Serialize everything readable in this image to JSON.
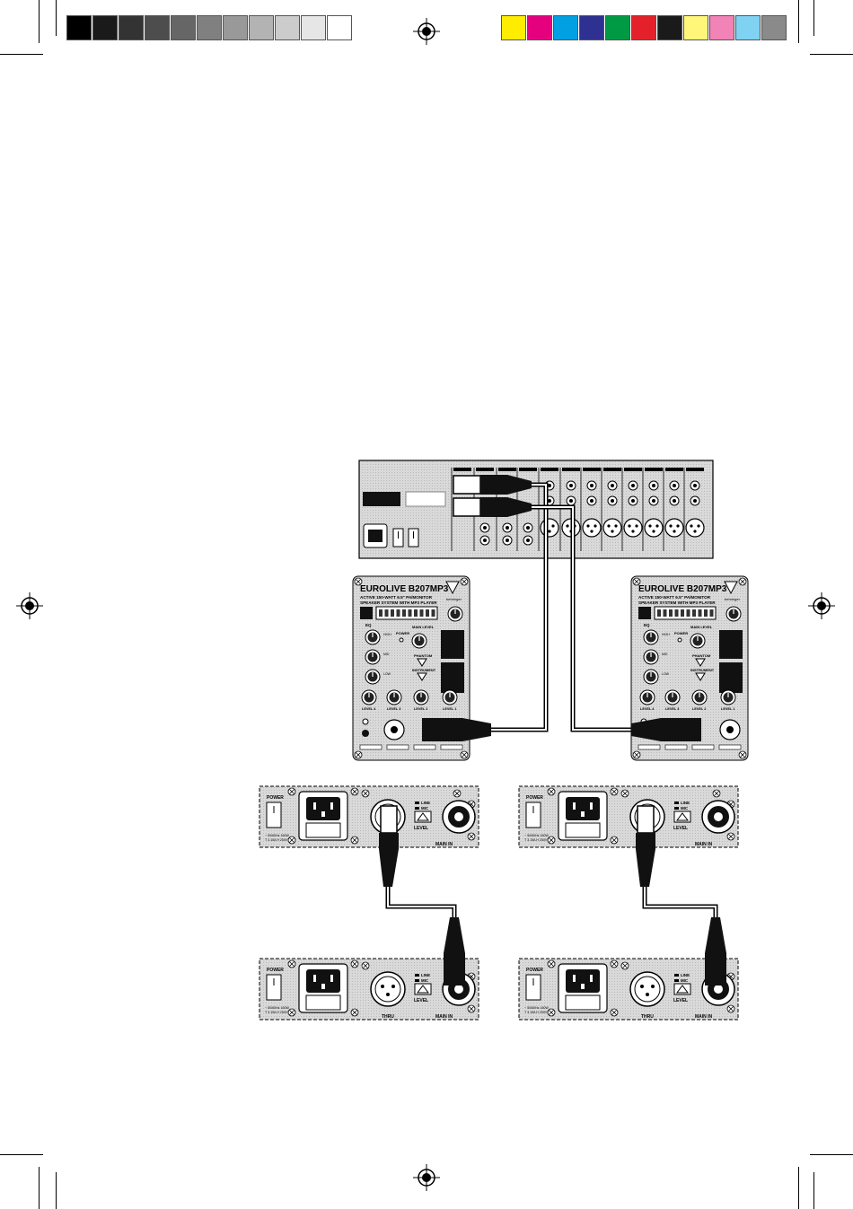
{
  "print_marks": {
    "grayscale_swatches": [
      "#000000",
      "#1a1a1a",
      "#333333",
      "#4d4d4d",
      "#666666",
      "#808080",
      "#999999",
      "#b3b3b3",
      "#cccccc",
      "#e6e6e6",
      "#ffffff"
    ],
    "color_swatches": [
      "#ffed00",
      "#e5007e",
      "#00a0e3",
      "#2e3192",
      "#009a45",
      "#e4202b",
      "#1a1a1a",
      "#fff67a",
      "#f283b6",
      "#7fd2f2",
      "#8a8a8a"
    ]
  },
  "speaker_panel": {
    "brand": "EUROLIVE B207MP3",
    "tagline_1": "ACTIVE 150-WATT 6.5\" PA/MONITOR",
    "tagline_2": "SPEAKER SYSTEM WITH MP3 PLAYER",
    "logo": "behringer",
    "eq": "EQ",
    "high": "HIGH",
    "mid": "MID",
    "low": "LOW",
    "power": "POWER",
    "main_level": "MAIN LEVEL",
    "phantom": "PHANTOM",
    "instrument": "INSTRUMENT",
    "level_1": "LEVEL 1",
    "level_2": "LEVEL 2",
    "level_3": "LEVEL 3",
    "level_4": "LEVEL 4"
  },
  "rear_panel": {
    "power": "POWER",
    "line": "LINE",
    "mic": "MIC",
    "level": "LEVEL",
    "main_in": "MAIN IN",
    "thru": "THRU",
    "mains_spec_1": "~ 50/60Hz 160W",
    "mains_spec_2": "T 3.15A H 250V"
  }
}
